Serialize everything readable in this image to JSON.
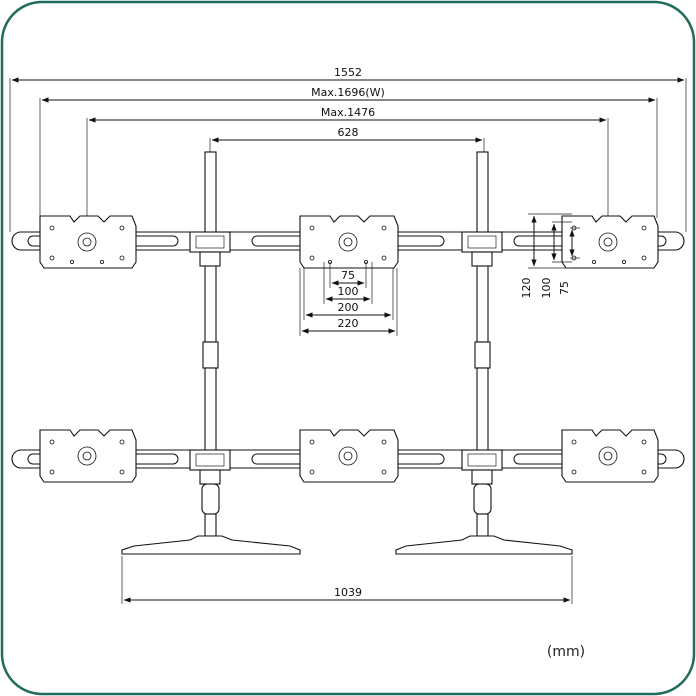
{
  "dimensions": {
    "overall_width": "1552",
    "max_width": "Max.1696(W)",
    "max_vesa_span": "Max.1476",
    "pole_spacing": "628",
    "vesa_75": "75",
    "vesa_100": "100",
    "vesa_200": "200",
    "vesa_220": "220",
    "side_120": "120",
    "side_100": "100",
    "side_75": "75",
    "base_width": "1039"
  },
  "unit": "(mm)",
  "colors": {
    "frame": "#1e6b5c",
    "line": "#111111"
  }
}
